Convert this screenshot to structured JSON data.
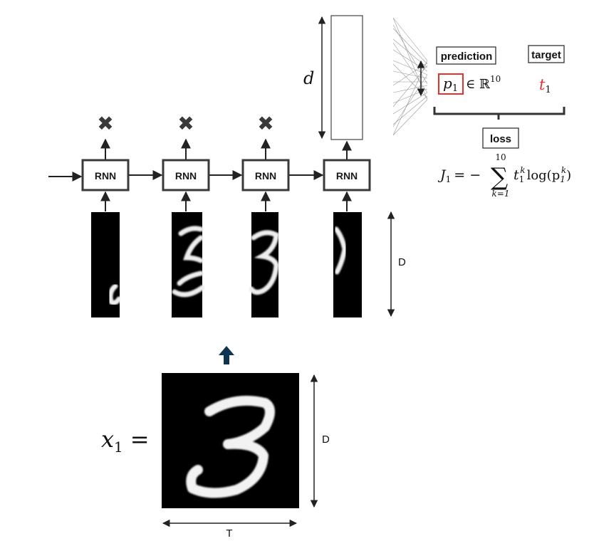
{
  "rnn": {
    "cell_label": "RNN",
    "drop_mark": "✖",
    "num_cells": 4
  },
  "labels": {
    "d": "d",
    "D": "D",
    "T": "T",
    "prediction": "prediction",
    "target": "target",
    "loss": "loss",
    "p1": "p",
    "p1_sub": "1",
    "in_r": "∈ ℝ",
    "r_exp": "10",
    "t1": "t",
    "t1_sub": "1",
    "x1": "x",
    "x1_sub": "1",
    "eq": "="
  },
  "loss_formula": {
    "lhs": "J",
    "lhs_sub": "1",
    "equals_minus": "= −",
    "sum": "∑",
    "upper": "10",
    "lower": "k=1",
    "body_t": "t",
    "body_t_sub": "1",
    "body_t_sup": "k",
    "log": "log(p",
    "body_p_sub": "1",
    "body_p_sup": "k",
    "close": ")"
  },
  "colors": {
    "target": "#e8302c",
    "p_box": "#e8302c",
    "up_arrow": "#0d3552"
  }
}
